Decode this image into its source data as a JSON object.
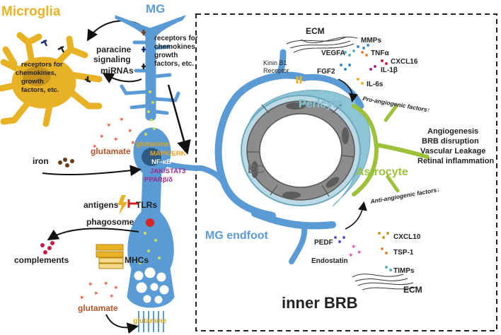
{
  "title_microglia": "Microglia",
  "title_mg": "MG",
  "microglia_receptor_label": [
    "receptors for",
    "chemokines,",
    "growth",
    "factors, etc."
  ],
  "mg_receptor_label": [
    "receptors for",
    "chemokines,",
    "growth",
    "factors, etc."
  ],
  "signals": {
    "paracrine": [
      "paracine",
      "signaling"
    ],
    "mirna": "miRNAs"
  },
  "mg_cell": {
    "glutamine_top": "glutamine",
    "glutamate_top": "glutamate",
    "mapk": "MAPK/ERK",
    "nfkb": "NF-κB",
    "jak": "JAK/STAT3",
    "ppar": "PPARβ/δ",
    "iron": "iron",
    "antigens": "antigens",
    "tlrs": "TLRs",
    "phagosome": "phagosome",
    "complements": "complements",
    "mhcs": "MHCs",
    "glutamate_bottom": "glutamate",
    "glutamine_bottom": "glutamine"
  },
  "brb": {
    "ecm_top": "ECM",
    "kinin": [
      "Kinin B1",
      "Receptor"
    ],
    "mmps": "MMPs",
    "vegfa": "VEGFA",
    "tnfa": "TNFα",
    "cxcl16": "CXCL16",
    "il1b": "IL-1β",
    "fgf2": "FGF2",
    "il6": "IL-6s",
    "pro_angio": "Pro-angiogenic factors↑",
    "outcomes": [
      "Angiogenesis",
      "BRB disruption",
      "Vascular Leakage",
      "Retinal inflammation"
    ],
    "pericyte": "Pericyte",
    "ec": "EC",
    "astrocyte": "Astrocyte",
    "anti_angio": "Anti-angiogenic factors↓",
    "mg_endfoot": "MG endfoot",
    "pedf": "PEDF",
    "cxcl10": "CXCL10",
    "endostatin": "Endostatin",
    "tsp1": "TSP-1",
    "timps": "TIMPs",
    "ecm_bottom": "ECM",
    "inner_brb": "inner BRB"
  },
  "colors": {
    "mg_blue": "#5b9bd5",
    "microglia_gold": "#e8b227",
    "pericyte_teal": "#8ec5d6",
    "astrocyte_green": "#9cc13a",
    "ec_gray": "#8c8c8c",
    "glutamate_orange": "#c0504d",
    "signal_purple": "#9b2a87"
  }
}
